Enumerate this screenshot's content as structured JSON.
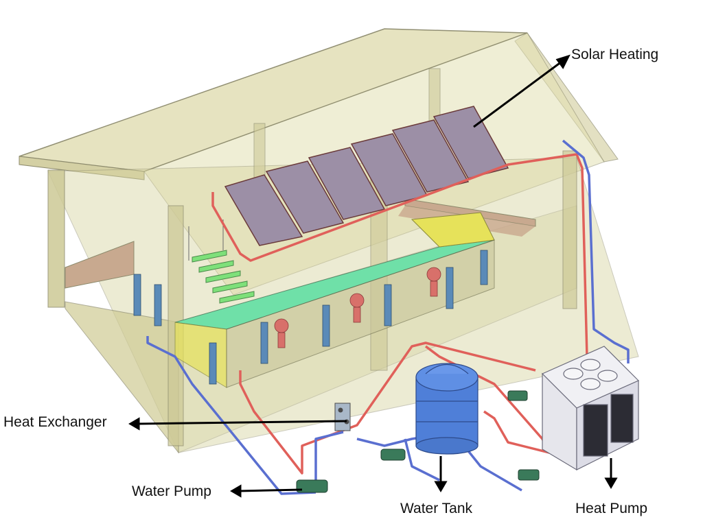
{
  "labels": {
    "solar_heating": "Solar Heating",
    "heat_exchanger": "Heat Exchanger",
    "water_pump": "Water Pump",
    "water_tank": "Water Tank",
    "heat_pump": "Heat Pump"
  },
  "colors": {
    "structure": "#d8d6a6",
    "structure_edge": "#8a8a6a",
    "roof": "#e2dfb8",
    "floor_deck": "#c8a98f",
    "solar_panel": "#9c8fa6",
    "pool_water": "#6fe0a8",
    "hot_pipe": "#e0605a",
    "cold_pipe": "#5a6fd0",
    "tank": "#4f7fd8",
    "heat_pump_unit": "#ececf0",
    "tank_frame": "#5a8ab8",
    "filter": "#d8706a",
    "pump": "#3a7a5a",
    "stairs": "#7ee07a",
    "yellow_block": "#e6e25a"
  }
}
